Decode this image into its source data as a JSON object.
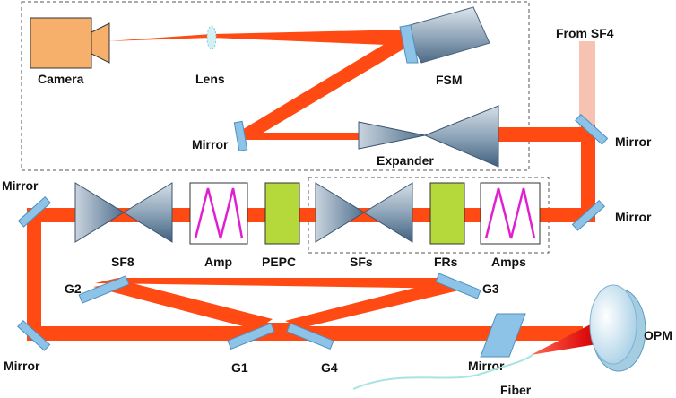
{
  "colors": {
    "beam": "#FF4A14",
    "beam_dark": "#E53A0A",
    "seed": "#F7C2B2",
    "mirror": "#8DC3E6",
    "mirror_edge": "#4E8FBF",
    "camera": "#F7B06B",
    "pockels": "#B5D93A",
    "amp_zigzag": "#E020D0",
    "fiber": "#A8E4E2",
    "opm": "#CFEAF6"
  },
  "labels": {
    "camera": "Camera",
    "lens": "Lens",
    "fsm": "FSM",
    "from_sf4": "From SF4",
    "mirror_upper_left": "Mirror",
    "mirror_right_top": "Mirror",
    "mirror_right_bottom": "Mirror",
    "mirror_left_top": "Mirror",
    "mirror_left_bottom": "Mirror",
    "mirror_bottom": "Mirror",
    "expander": "Expander",
    "sf8": "SF8",
    "amp": "Amp",
    "pepc": "PEPC",
    "sfs": "SFs",
    "frs": "FRs",
    "amps": "Amps",
    "g1": "G1",
    "g2": "G2",
    "g3": "G3",
    "g4": "G4",
    "opm": "OPM",
    "fiber": "Fiber"
  }
}
